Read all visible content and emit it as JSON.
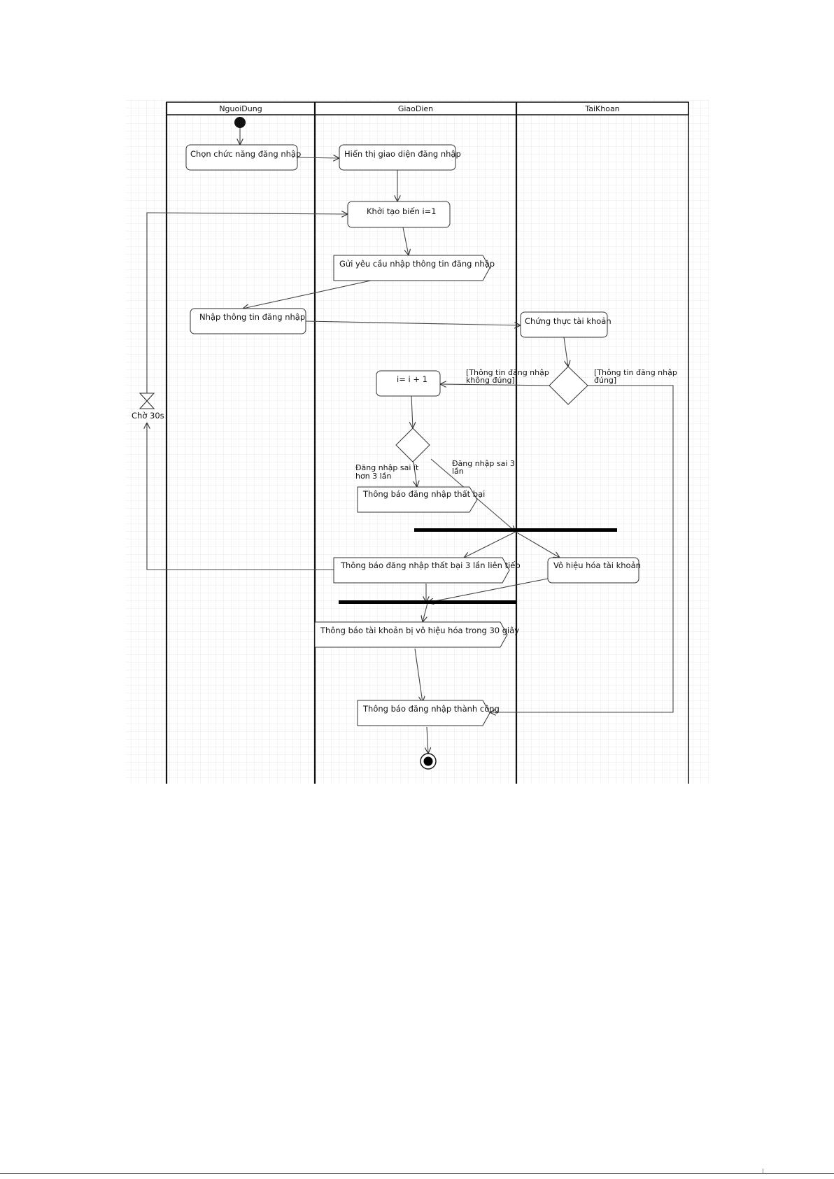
{
  "lanes": [
    {
      "id": "user",
      "label": "NguoiDung"
    },
    {
      "id": "ui",
      "label": "GiaoDien"
    },
    {
      "id": "account",
      "label": "TaiKhoan"
    }
  ],
  "nodes": {
    "choose_login": "Chọn chức năng đăng nhập",
    "show_login_ui": "Hiển thị giao diện đăng nhập",
    "init_var": "Khởi tạo biến i=1",
    "request_credentials": "Gửi yêu cầu nhập thông tin đăng nhập",
    "enter_credentials": "Nhập thông tin đăng nhập",
    "authenticate": "Chứng thực tài khoản",
    "increment": "i= i + 1",
    "notify_fail": "Thông báo đăng nhập thất bại",
    "notify_fail_3": "Thông báo đăng nhập thất bại 3 lần liên tiếp",
    "disable_account": "Vô hiệu hóa tài khoản",
    "notify_disabled": "Thông báo tài khoản bị vô hiệu hóa trong 30 giây",
    "notify_success": "Thông báo đăng nhập thành công",
    "wait": "Chờ 30s"
  },
  "guards": {
    "wrong_line1": "[Thông tin đăng nhập",
    "wrong_line2": "không đúng]",
    "right_line1": "[Thông tin đăng nhập",
    "right_line2": "đúng]",
    "less_line1": "Đăng nhập sai ít",
    "less_line2": "hơn 3 lần",
    "three_line1": "Đăng nhập sai 3",
    "three_line2": "lần"
  }
}
